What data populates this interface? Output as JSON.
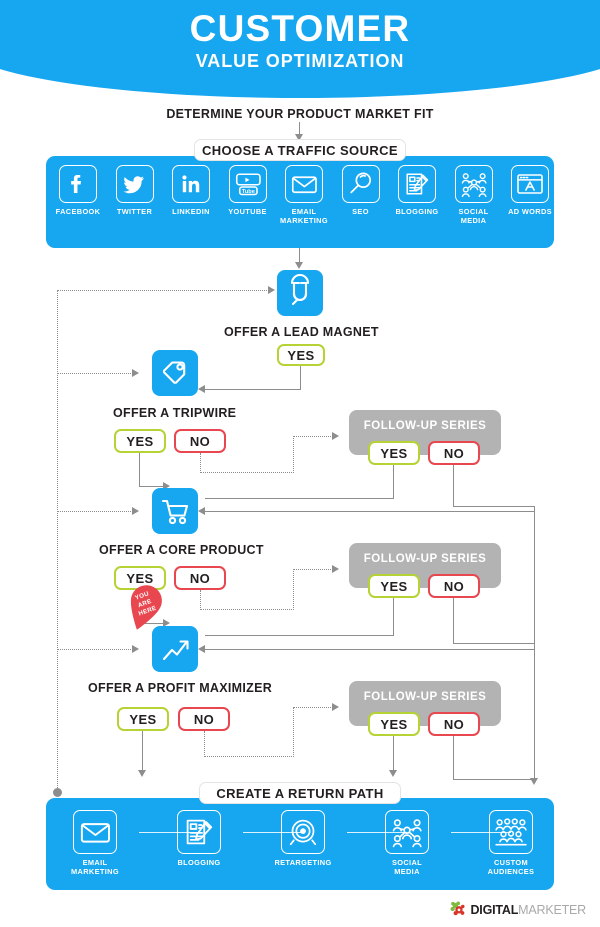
{
  "header": {
    "title": "CUSTOMER",
    "subtitle": "VALUE OPTIMIZATION",
    "bg_color": "#17a6f0"
  },
  "colors": {
    "blue": "#17a6f0",
    "yes_green": "#b5d334",
    "no_red": "#e8474f",
    "gray_box": "#b3b3b3",
    "line_gray": "#8d8d8d",
    "text_dark": "#231f20"
  },
  "flow": {
    "determine_label": "DETERMINE YOUR PRODUCT MARKET FIT",
    "traffic_label": "CHOOSE A TRAFFIC SOURCE",
    "return_label": "CREATE A RETURN PATH"
  },
  "traffic_sources": [
    {
      "label": "FACEBOOK",
      "icon": "facebook-icon"
    },
    {
      "label": "TWITTER",
      "icon": "twitter-icon"
    },
    {
      "label": "LINKEDIN",
      "icon": "linkedin-icon"
    },
    {
      "label": "YOUTUBE",
      "icon": "youtube-icon"
    },
    {
      "label": "EMAIL\nMARKETING",
      "icon": "envelope-icon"
    },
    {
      "label": "SEO",
      "icon": "magnifier-icon"
    },
    {
      "label": "BLOGGING",
      "icon": "document-pencil-icon"
    },
    {
      "label": "SOCIAL\nMEDIA",
      "icon": "people-network-icon"
    },
    {
      "label": "AD WORDS",
      "icon": "browser-window-icon"
    }
  ],
  "return_path": [
    {
      "label": "EMAIL\nMARKETING",
      "icon": "envelope-icon"
    },
    {
      "label": "BLOGGING",
      "icon": "document-pencil-icon"
    },
    {
      "label": "RETARGETING",
      "icon": "target-icon"
    },
    {
      "label": "SOCIAL\nMEDIA",
      "icon": "people-network-icon"
    },
    {
      "label": "CUSTOM\nAUDIENCES",
      "icon": "audience-icon"
    }
  ],
  "steps": [
    {
      "title": "OFFER A LEAD MAGNET",
      "icon": "magnet-icon",
      "yes": "YES"
    },
    {
      "title": "OFFER A TRIPWIRE",
      "icon": "price-tag-icon",
      "yes": "YES",
      "no": "NO"
    },
    {
      "title": "OFFER A CORE PRODUCT",
      "icon": "shopping-cart-icon",
      "yes": "YES",
      "no": "NO"
    },
    {
      "title": "OFFER A PROFIT MAXIMIZER",
      "icon": "growth-chart-icon",
      "yes": "YES",
      "no": "NO"
    }
  ],
  "follow_up": [
    {
      "title": "FOLLOW-UP SERIES",
      "yes": "YES",
      "no": "NO"
    },
    {
      "title": "FOLLOW-UP SERIES",
      "yes": "YES",
      "no": "NO"
    },
    {
      "title": "FOLLOW-UP SERIES",
      "yes": "YES",
      "no": "NO"
    }
  ],
  "marker": {
    "line1": "YOU",
    "line2": "ARE",
    "line3": "HERE"
  },
  "footer": {
    "brand_bold": "DIGITAL",
    "brand_light": "MARKETER",
    "logo": "gear-flower-logo"
  }
}
